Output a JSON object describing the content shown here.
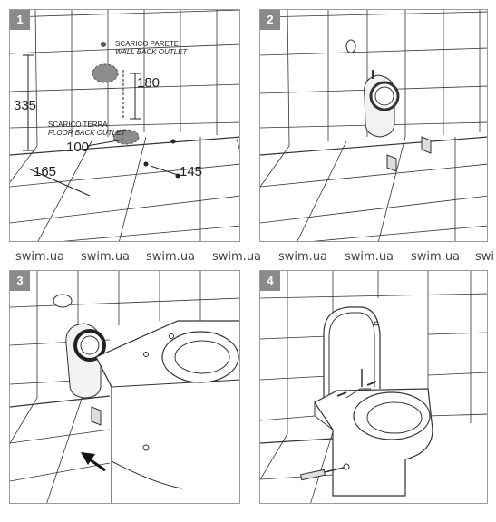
{
  "steps": [
    {
      "number": "1"
    },
    {
      "number": "2"
    },
    {
      "number": "3"
    },
    {
      "number": "4"
    }
  ],
  "dimensions": {
    "height_335": "335",
    "wall_180": "180",
    "floor_100": "100",
    "width_165": "165",
    "right_145": "145"
  },
  "labels": {
    "wall_outlet_it": "SCARICO PARETE",
    "wall_outlet_en": "WALL BACK OUTLET",
    "floor_outlet_it": "SCARICO TERRA",
    "floor_outlet_en": "FLOOR BACK OUTLET"
  },
  "watermark": [
    "swim.ua",
    "swim.ua",
    "swim.ua",
    "swim.ua",
    "swim.ua",
    "swim.ua",
    "swim.ua",
    "swi"
  ]
}
